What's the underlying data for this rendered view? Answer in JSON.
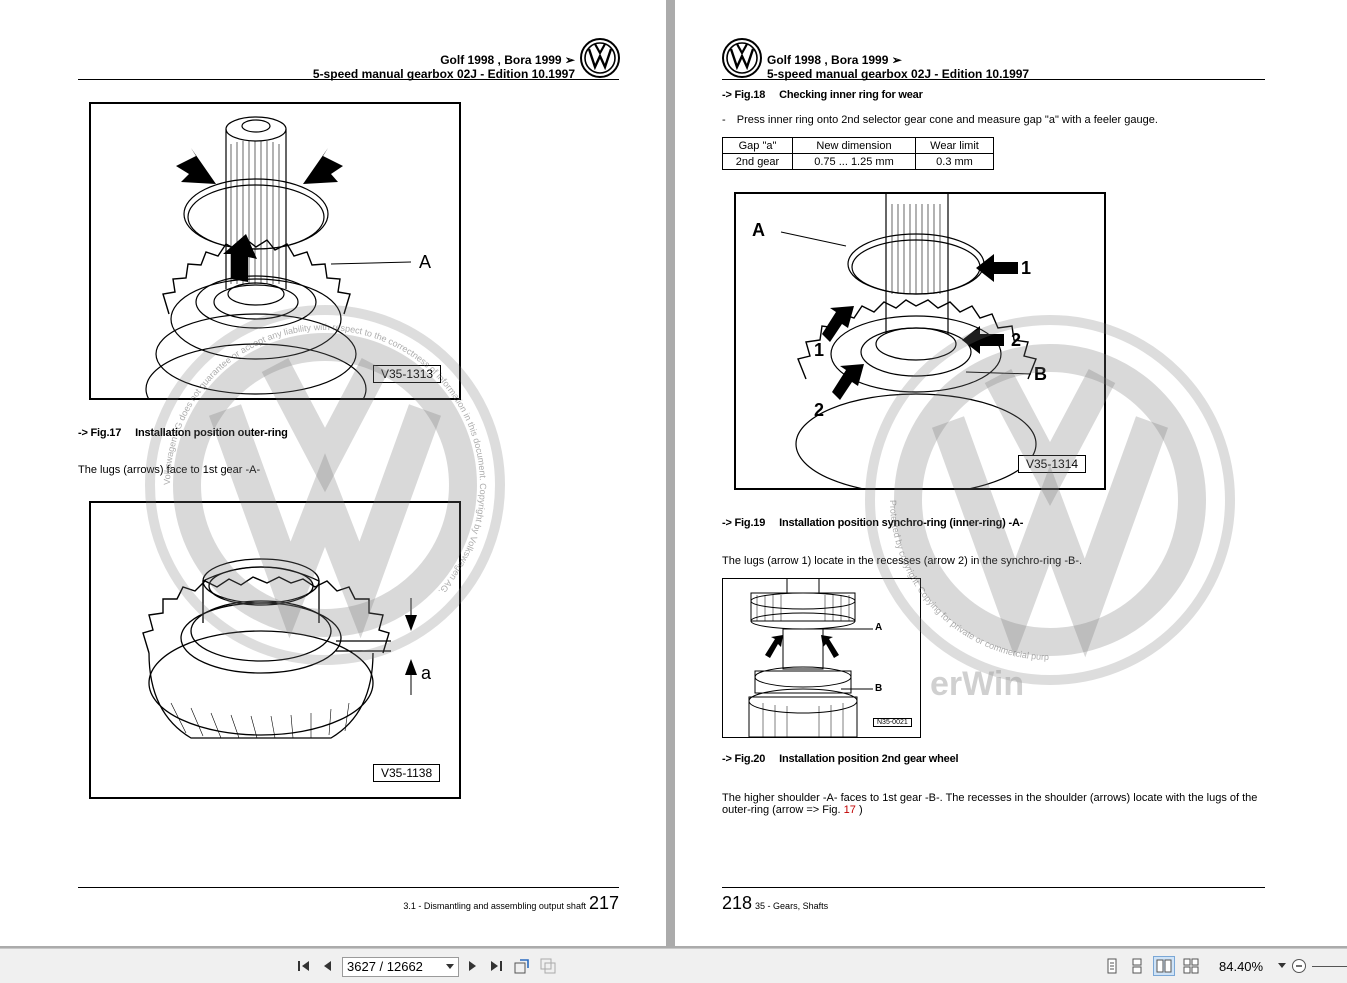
{
  "document": {
    "header_line1": "Golf 1998 , Bora 1999 ➢",
    "header_line2": "5-speed manual gearbox 02J - Edition 10.1997"
  },
  "left_page": {
    "fig17_code": "V35-1313",
    "fig17_label_a": "A",
    "fig17_caption_ref": "-> Fig.17",
    "fig17_caption_title": "Installation position outer-ring",
    "fig17_text": "The lugs (arrows) face to 1st gear -A-",
    "fig_gap_code": "V35-1138",
    "fig_gap_label_a": "a",
    "footer_text": "3.1 - Dismantling and assembling output shaft",
    "footer_number": "217"
  },
  "right_page": {
    "fig18_caption_ref": "-> Fig.18",
    "fig18_caption_title": "Checking inner ring for wear",
    "fig18_step_bullet": "-",
    "fig18_step_text": "Press inner ring onto 2nd selector gear cone and measure gap \"a\" with a feeler gauge.",
    "table": {
      "headers": [
        "Gap \"a\"",
        "New dimension",
        "Wear limit"
      ],
      "rows": [
        [
          "2nd gear",
          "0.75 ... 1.25 mm",
          "0.3 mm"
        ]
      ]
    },
    "fig19_code": "V35-1314",
    "fig19_label_a": "A",
    "fig19_label_b": "B",
    "fig19_label_1_right": "1",
    "fig19_label_1_left": "1",
    "fig19_label_2_right": "2",
    "fig19_label_2_left": "2",
    "fig19_caption_ref": "-> Fig.19",
    "fig19_caption_title": "Installation position synchro-ring (inner-ring) -A-",
    "fig19_text": "The lugs (arrow 1) locate in the recesses (arrow 2) in the synchro-ring -B-.",
    "fig20_code": "N35-0021",
    "fig20_label_a": "A",
    "fig20_label_b": "B",
    "fig20_caption_ref": "-> Fig.20",
    "fig20_caption_title": "Installation position 2nd gear wheel",
    "fig20_text_main": "The higher shoulder -A- faces to 1st gear -B-. The recesses in the shoulder (arrows) locate with the lugs of the outer-ring (arrow => Fig.",
    "fig20_text_ref": "17",
    "fig20_text_end": ")",
    "footer_number": "218",
    "footer_text": "35 - Gears, Shafts"
  },
  "watermark": {
    "arc_text_left": "Volkswagen AG does not guarantee or accept any liability with respect to the correctness of information in this document. Copyright by Volkswagen AG.",
    "arc_text_right": "Protected by copyright. Copying for private or commercial purposes, in part or in whole, is not permitted unless authorised by Volkswagen AG.",
    "brand_text": "erWin"
  },
  "toolbar": {
    "page_indicator": "3627 / 12662",
    "zoom_level": "84.40%"
  }
}
